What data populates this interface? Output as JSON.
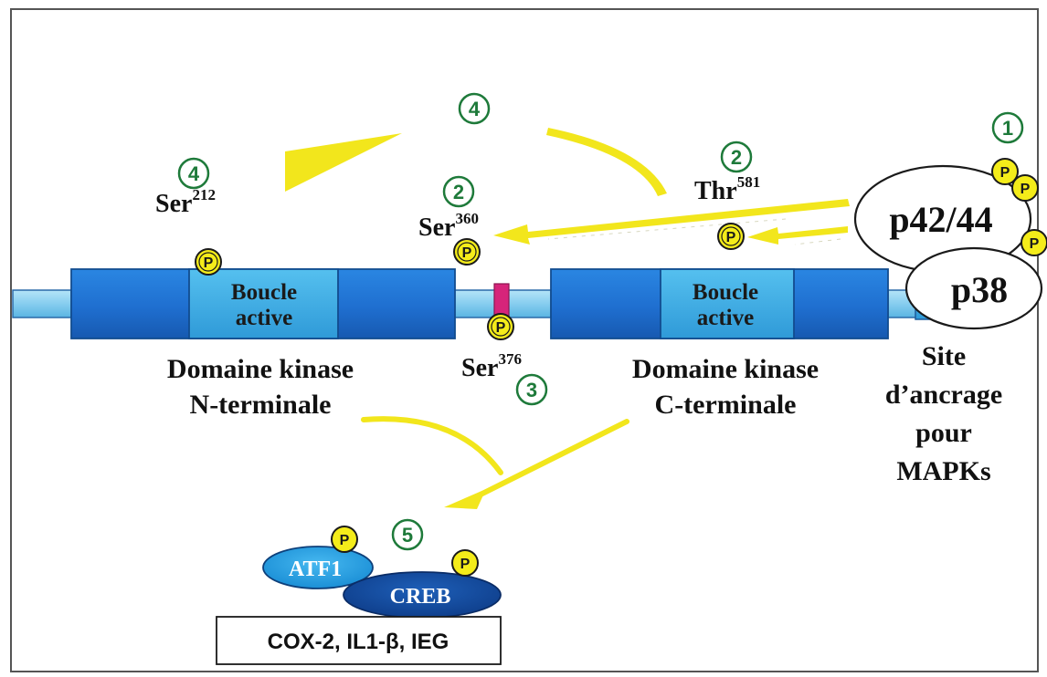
{
  "domains": {
    "n_terminal": {
      "line1": "Domaine kinase",
      "line2": "N-terminale",
      "inner1": "Boucle",
      "inner2": "active"
    },
    "c_terminal": {
      "line1": "Domaine kinase",
      "line2": "C-terminale",
      "inner1": "Boucle",
      "inner2": "active"
    },
    "docking": {
      "line1": "Site",
      "line2": "d’ancrage",
      "line3": "pour",
      "line4": "MAPKs"
    }
  },
  "residues": {
    "ser212": {
      "name": "Ser",
      "pos": "212",
      "step": "4"
    },
    "ser360": {
      "name": "Ser",
      "pos": "360",
      "step": "2"
    },
    "ser376": {
      "name": "Ser",
      "pos": "376",
      "step": "3"
    },
    "thr581": {
      "name": "Thr",
      "pos": "581",
      "step": "2"
    }
  },
  "kinases": {
    "p42_44": "p42/44",
    "p38": "p38",
    "step": "1"
  },
  "autophos_step": "4",
  "transcription": {
    "step": "5",
    "atf1": "ATF1",
    "creb": "CREB",
    "genes": "COX-2, IL1-β, IEG"
  },
  "phospho_symbol": "P",
  "colors": {
    "domain_blue": "#1f74d6",
    "loop_blue": "#3fb0e8",
    "linker": "#8fd3f2",
    "arrow_yellow": "#f2e61c",
    "phospho_yellow": "#f4ec1a",
    "number_green": "#1e7a3a",
    "ser376_pink": "#d6247a"
  }
}
